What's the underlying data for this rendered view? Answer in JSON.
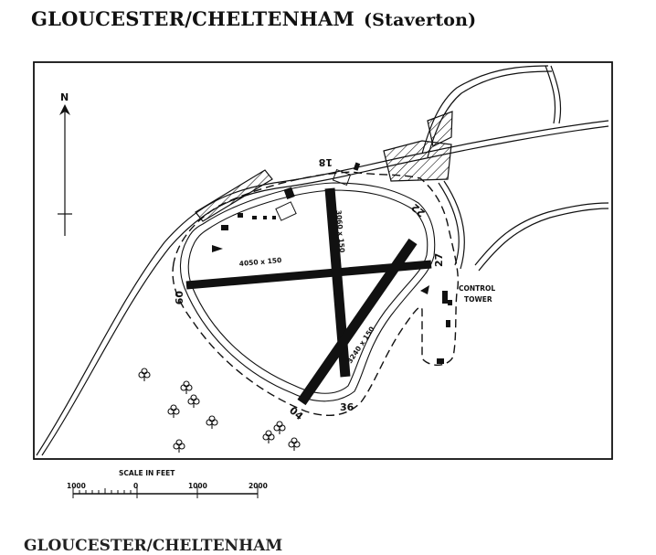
{
  "title": {
    "main": "GLOUCESTER/CHELTENHAM",
    "sub": "(Staverton)"
  },
  "next_page_title": "GLOUCESTER/CHELTENHAM",
  "north": {
    "label": "N"
  },
  "runways": [
    {
      "name": "09/27",
      "dimensions": "4050 x 150",
      "end_a": "09",
      "end_b": "27"
    },
    {
      "name": "18/36",
      "dimensions": "3060 x 150",
      "end_a": "18",
      "end_b": "36"
    },
    {
      "name": "04/22",
      "dimensions": "3240 x 150",
      "end_a": "04",
      "end_b": "22"
    }
  ],
  "control_tower": {
    "line1": "CONTROL",
    "line2": "TOWER"
  },
  "scale": {
    "label": "SCALE IN FEET",
    "ticks": [
      "1000",
      "0",
      "1000",
      "2000"
    ]
  },
  "colors": {
    "ink": "#111111",
    "paper": "#ffffff"
  }
}
